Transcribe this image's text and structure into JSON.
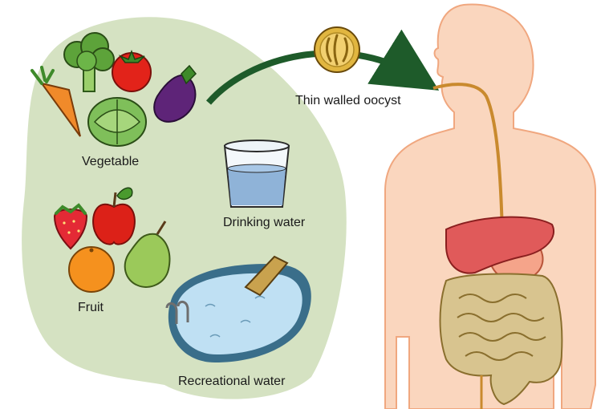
{
  "labels": {
    "vegetable": "Vegetable",
    "fruit": "Fruit",
    "drinking_water": "Drinking water",
    "recreational_water": "Recreational water",
    "oocyst": "Thin walled oocyst"
  },
  "colors": {
    "source_area": "#d5e2c2",
    "arrow": "#1e5b2a",
    "body_skin": "#fad6be",
    "body_outline": "#f0a77f",
    "gut_tube": "#c98a2e",
    "liver": "#e05a5a",
    "intestine": "#d8c48f",
    "pool_water": "#bfe0f3",
    "pool_rim": "#3a6e8a",
    "oocyst_gold": "#e1b640"
  }
}
